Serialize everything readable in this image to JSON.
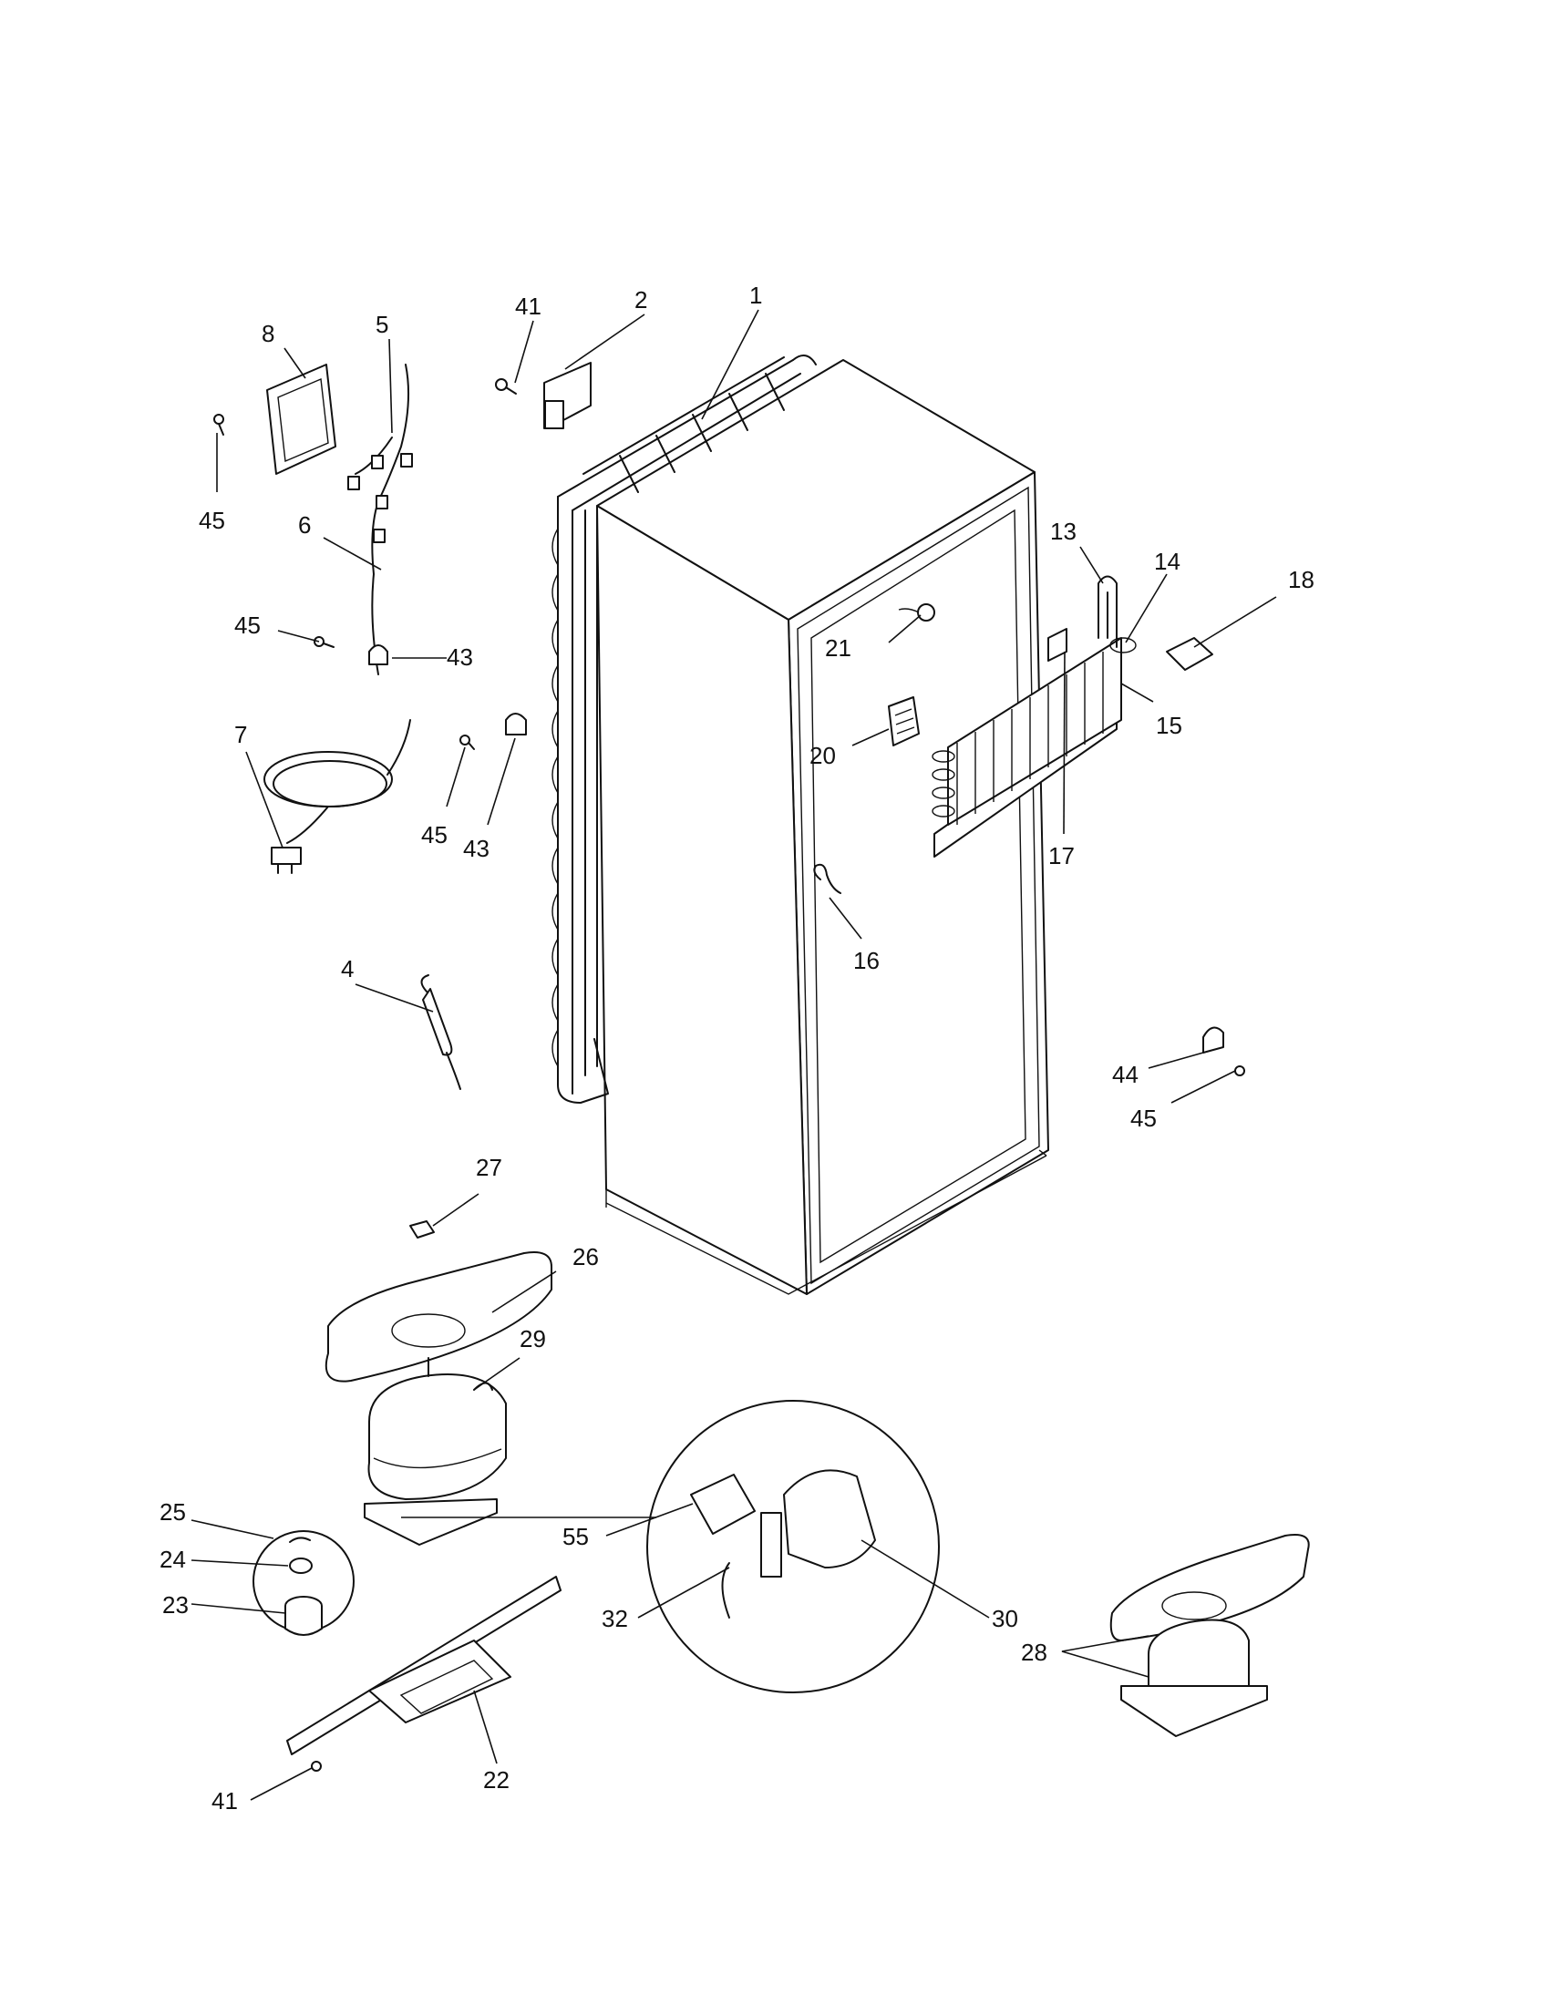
{
  "diagram": {
    "callouts": [
      {
        "id": "c1",
        "label": "1"
      },
      {
        "id": "c2",
        "label": "2"
      },
      {
        "id": "c41a",
        "label": "41"
      },
      {
        "id": "c5",
        "label": "5"
      },
      {
        "id": "c8",
        "label": "8"
      },
      {
        "id": "c45a",
        "label": "45"
      },
      {
        "id": "c6",
        "label": "6"
      },
      {
        "id": "c45b",
        "label": "45"
      },
      {
        "id": "c43a",
        "label": "43"
      },
      {
        "id": "c7",
        "label": "7"
      },
      {
        "id": "c45c",
        "label": "45"
      },
      {
        "id": "c43b",
        "label": "43"
      },
      {
        "id": "c4",
        "label": "4"
      },
      {
        "id": "c13",
        "label": "13"
      },
      {
        "id": "c14",
        "label": "14"
      },
      {
        "id": "c18",
        "label": "18"
      },
      {
        "id": "c21",
        "label": "21"
      },
      {
        "id": "c15",
        "label": "15"
      },
      {
        "id": "c20",
        "label": "20"
      },
      {
        "id": "c17",
        "label": "17"
      },
      {
        "id": "c16",
        "label": "16"
      },
      {
        "id": "c44",
        "label": "44"
      },
      {
        "id": "c45d",
        "label": "45"
      },
      {
        "id": "c27",
        "label": "27"
      },
      {
        "id": "c26",
        "label": "26"
      },
      {
        "id": "c29",
        "label": "29"
      },
      {
        "id": "c25",
        "label": "25"
      },
      {
        "id": "c24",
        "label": "24"
      },
      {
        "id": "c23",
        "label": "23"
      },
      {
        "id": "c55",
        "label": "55"
      },
      {
        "id": "c32",
        "label": "32"
      },
      {
        "id": "c30",
        "label": "30"
      },
      {
        "id": "c28",
        "label": "28"
      },
      {
        "id": "c22",
        "label": "22"
      },
      {
        "id": "c41b",
        "label": "41"
      }
    ]
  }
}
